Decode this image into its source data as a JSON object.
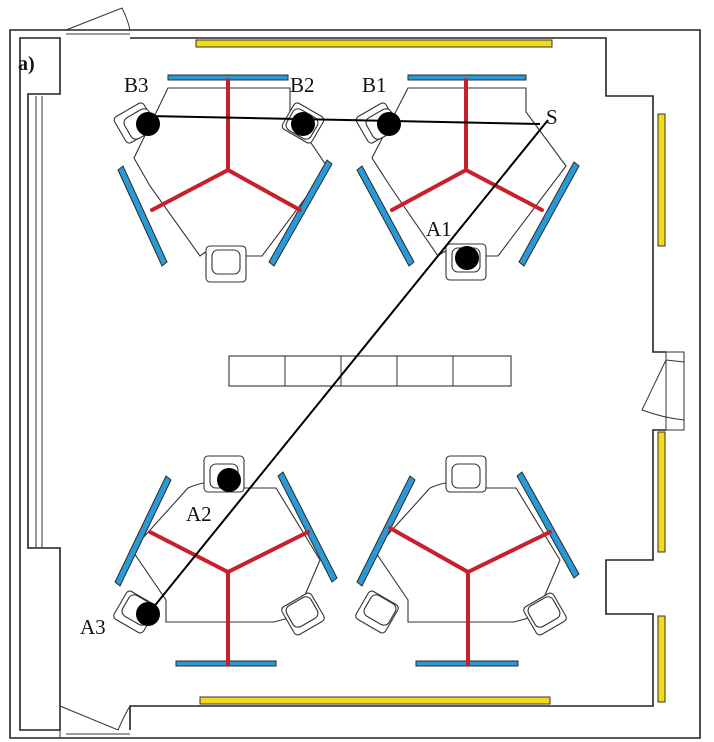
{
  "figure": {
    "panel_label": "a)",
    "labels": {
      "s": "S",
      "a1": "A1",
      "a2": "A2",
      "a3": "A3",
      "b1": "B1",
      "b2": "B2",
      "b3": "B3"
    }
  },
  "colors": {
    "partition": "#c8202a",
    "screen": "#2a9ad6",
    "window": "#f2dc1a",
    "line": "#000000"
  }
}
